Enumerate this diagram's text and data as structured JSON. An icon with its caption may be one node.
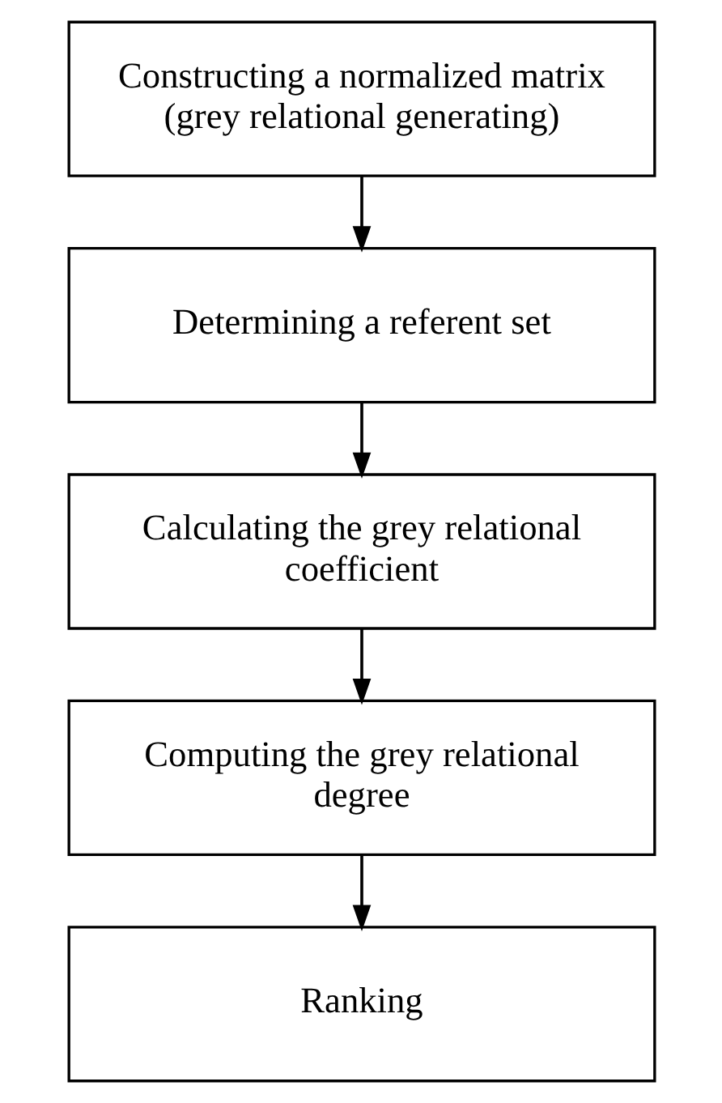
{
  "diagram": {
    "nodes": [
      {
        "text": [
          "Constructing a normalized matrix (grey relational generating)"
        ]
      },
      {
        "text": [
          "Determining a referent set"
        ]
      },
      {
        "text": [
          "Calculating the grey relational coefficient"
        ]
      },
      {
        "text": [
          "Computing the grey relational degree"
        ]
      },
      {
        "text": [
          "Ranking"
        ]
      }
    ],
    "edges": [
      {
        "from": 0,
        "to": 1,
        "arrow": "to"
      },
      {
        "from": 1,
        "to": 2,
        "arrow": "to"
      },
      {
        "from": 2,
        "to": 3,
        "arrow": "to"
      },
      {
        "from": 3,
        "to": 4,
        "arrow": "to"
      }
    ]
  }
}
